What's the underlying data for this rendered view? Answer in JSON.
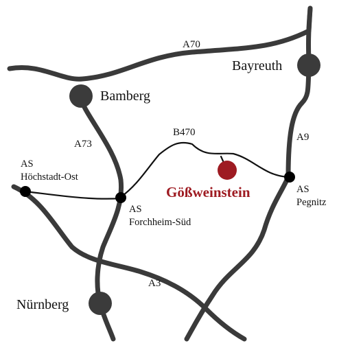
{
  "colors": {
    "road": "#3a3a3a",
    "city_dot": "#3b3b3b",
    "junction_dot": "#000000",
    "destination": "#9e1b22"
  },
  "cities": {
    "bamberg": "Bamberg",
    "bayreuth": "Bayreuth",
    "nuernberg": "Nürnberg"
  },
  "roads": {
    "a70": "A70",
    "a73": "A73",
    "a9": "A9",
    "a3": "A3",
    "b470": "B470"
  },
  "exits": {
    "hoechstadt": {
      "line1": "AS",
      "line2": "Höchstadt-Ost"
    },
    "forchheim": {
      "line1": "AS",
      "line2": "Forchheim-Süd"
    },
    "pegnitz": {
      "line1": "AS",
      "line2": "Pegnitz"
    }
  },
  "destination": "Gößweinstein"
}
